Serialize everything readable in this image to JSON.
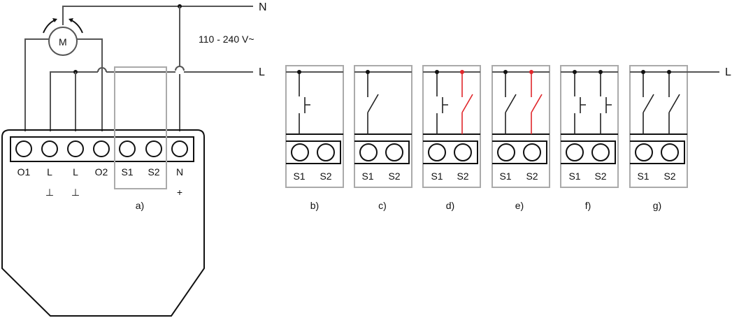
{
  "mains": {
    "neutral_label": "N",
    "live_label": "L",
    "voltage": "110 - 240 V~"
  },
  "motor": {
    "label": "M"
  },
  "device": {
    "terminals": [
      "O1",
      "L",
      "L",
      "O2",
      "S1",
      "S2",
      "N"
    ],
    "sub_symbols": [
      "",
      "⊥",
      "⊥",
      "",
      "",
      "",
      "+"
    ],
    "caption": "a)"
  },
  "variants": [
    {
      "caption": "b)",
      "terminals": [
        "S1",
        "S2"
      ],
      "type": "single pushbutton on S1"
    },
    {
      "caption": "c)",
      "terminals": [
        "S1",
        "S2"
      ],
      "type": "single toggle switch on S1"
    },
    {
      "caption": "d)",
      "terminals": [
        "S1",
        "S2"
      ],
      "type": "pushbutton S1 + toggle S2 (red)"
    },
    {
      "caption": "e)",
      "terminals": [
        "S1",
        "S2"
      ],
      "type": "toggle S1 + toggle S2 (red)"
    },
    {
      "caption": "f)",
      "terminals": [
        "S1",
        "S2"
      ],
      "type": "two pushbuttons"
    },
    {
      "caption": "g)",
      "terminals": [
        "S1",
        "S2"
      ],
      "type": "two toggle switches"
    }
  ],
  "right_live_label": "L",
  "colors": {
    "wire": "#555555",
    "highlight": "#e0262b",
    "frame": "#aaaaaa"
  }
}
